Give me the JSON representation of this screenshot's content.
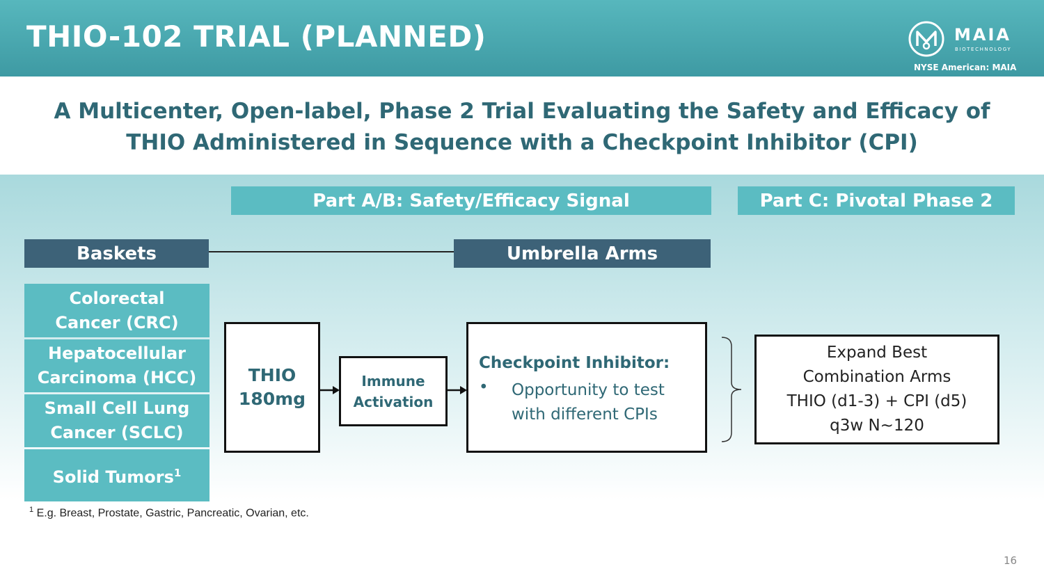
{
  "header": {
    "title": "THIO-102 TRIAL (PLANNED)",
    "logo_name": "MAIA",
    "logo_sub": "BIOTECHNOLOGY",
    "exchange": "NYSE American: MAIA"
  },
  "subtitle": {
    "line1": "A Multicenter, Open-label, Phase 2 Trial Evaluating the Safety and Efficacy of",
    "line2": "THIO Administered in Sequence with a Checkpoint Inhibitor (CPI)"
  },
  "parts": {
    "ab": "Part A/B: Safety/Efficacy Signal",
    "c": "Part C: Pivotal Phase 2"
  },
  "headers": {
    "baskets": "Baskets",
    "umbrella": "Umbrella Arms"
  },
  "baskets": [
    {
      "line1": "Colorectal",
      "line2": "Cancer (CRC)"
    },
    {
      "line1": "Hepatocellular",
      "line2": "Carcinoma (HCC)"
    },
    {
      "line1": "Small Cell Lung",
      "line2": "Cancer (SCLC)"
    },
    {
      "line1": "Solid Tumors",
      "sup": "1"
    }
  ],
  "thio": {
    "line1": "THIO",
    "line2": "180mg"
  },
  "immune": {
    "line1": "Immune",
    "line2": "Activation"
  },
  "cpi": {
    "title": "Checkpoint Inhibitor:",
    "bullet": "•",
    "line1": "Opportunity to test",
    "line2": "with different CPIs"
  },
  "expand": {
    "line1": "Expand Best",
    "line2": "Combination Arms",
    "line3": "THIO (d1-3) + CPI (d5)",
    "line4": "q3w N~120"
  },
  "footnote": {
    "sup": "1",
    "text": "E.g. Breast, Prostate, Gastric, Pancreatic, Ovarian, etc."
  },
  "page_number": "16",
  "colors": {
    "teal": "#5bbcc2",
    "dark_blue": "#3d6278",
    "title_text": "#2f6875"
  }
}
